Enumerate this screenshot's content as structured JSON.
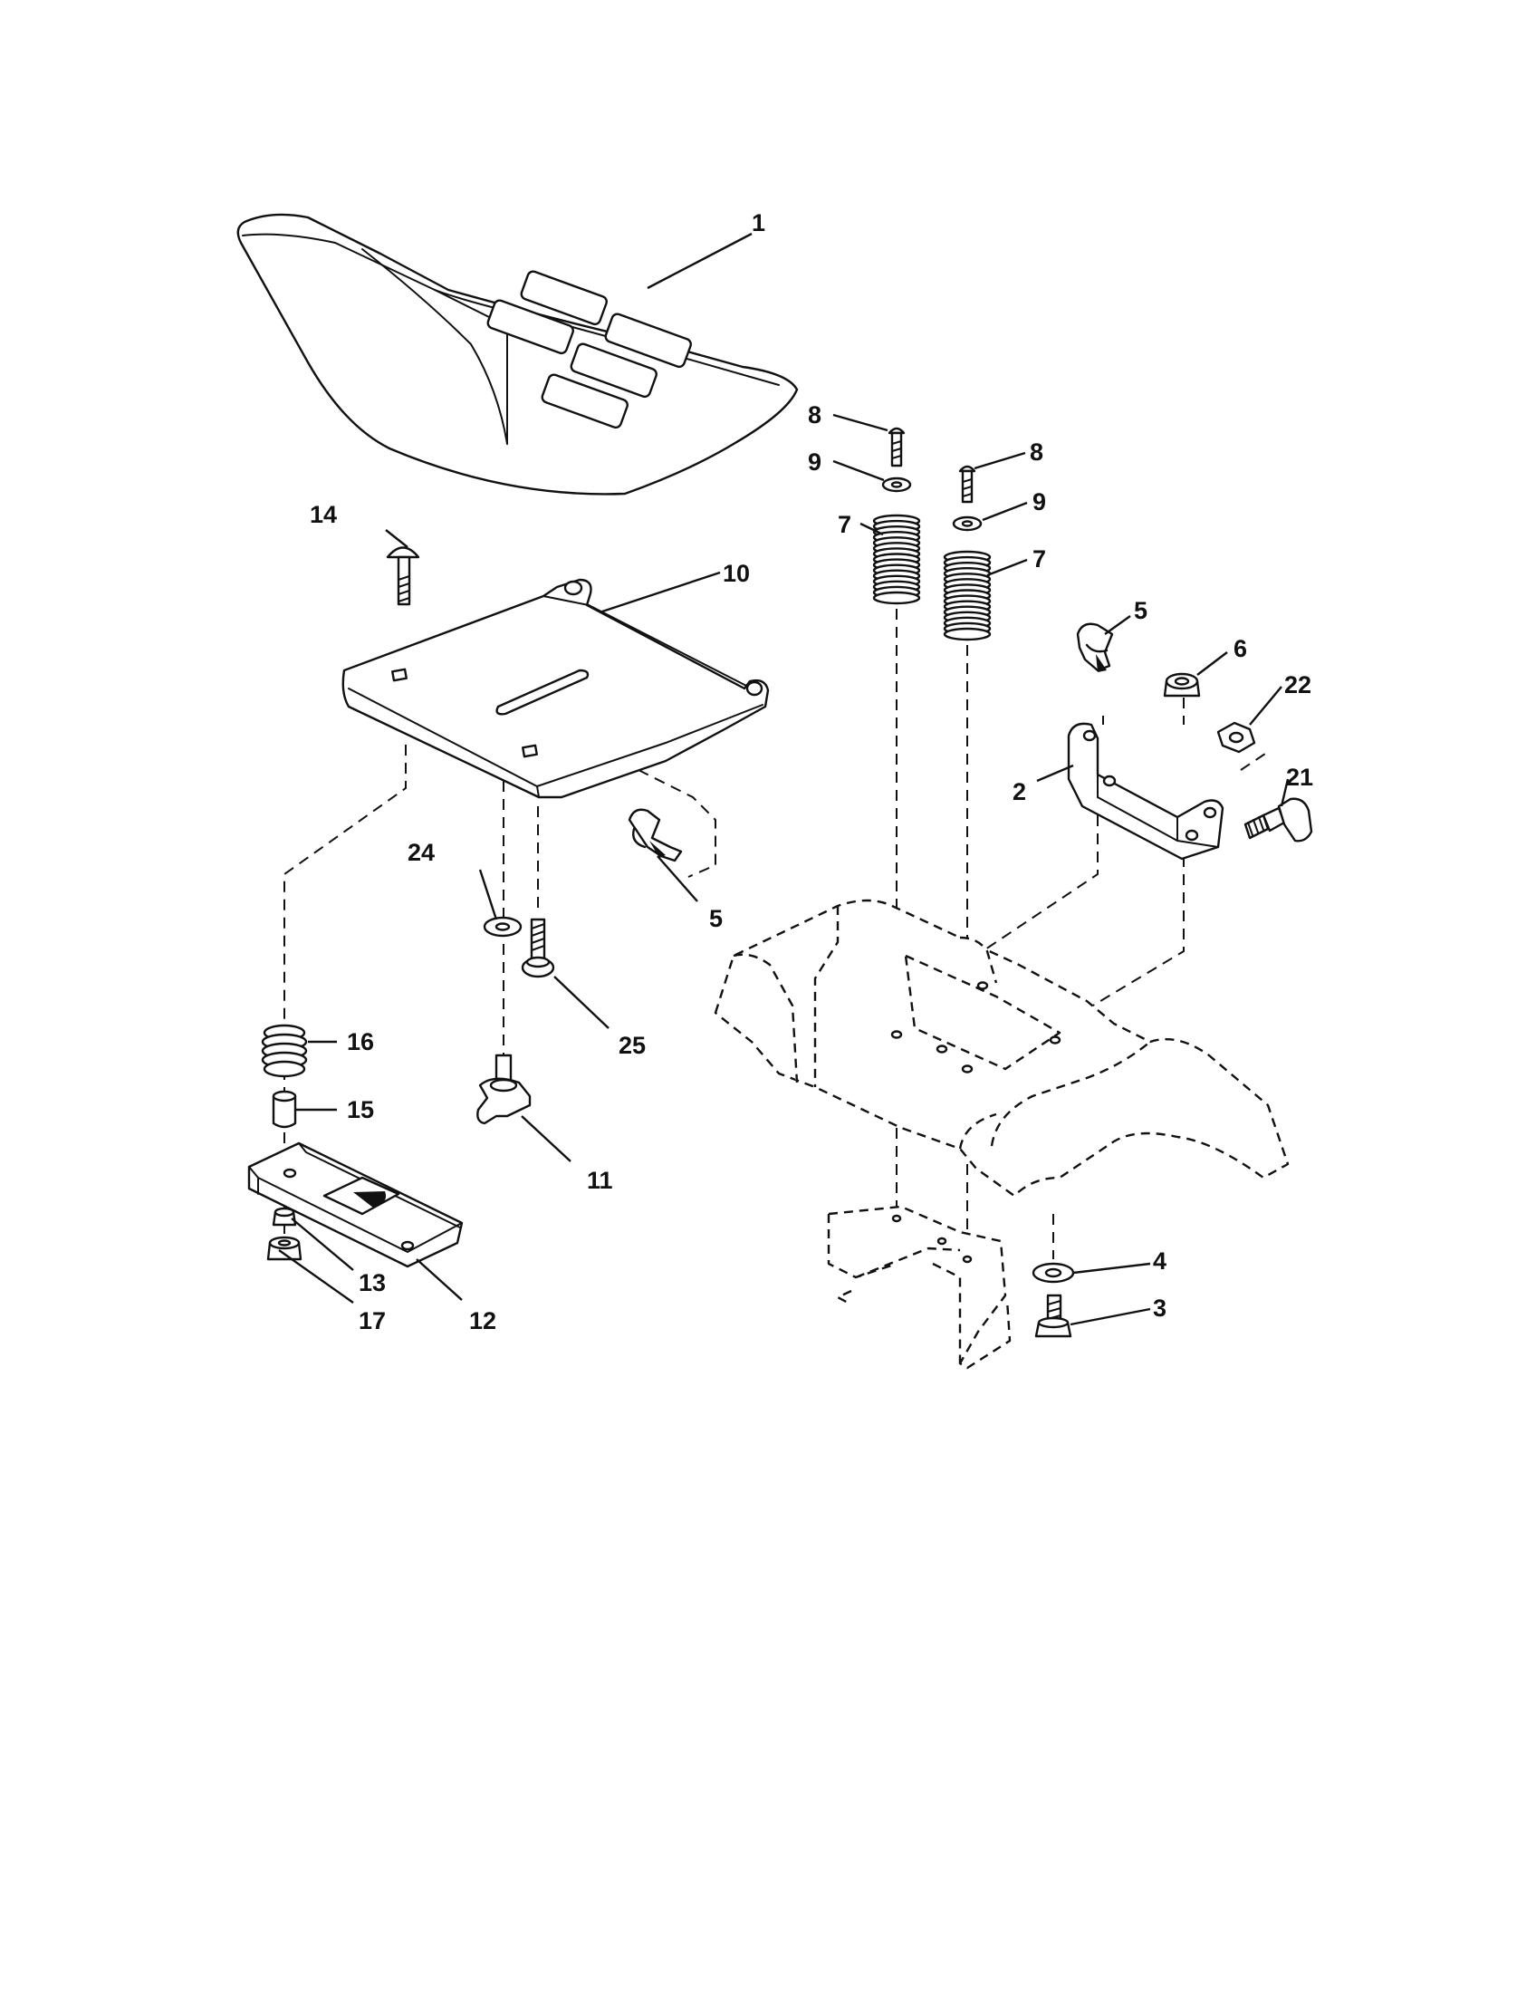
{
  "callouts": {
    "c1": "1",
    "c2": "2",
    "c3": "3",
    "c4": "4",
    "c5": "5",
    "c6": "6",
    "c7": "7",
    "c8": "8",
    "c9": "9",
    "c10": "10",
    "c11": "11",
    "c12": "12",
    "c13": "13",
    "c14": "14",
    "c15": "15",
    "c16": "16",
    "c17": "17",
    "c21": "21",
    "c22": "22",
    "c24": "24",
    "c25": "25"
  },
  "colors": {
    "line": "#111111",
    "paper": "#ffffff"
  }
}
